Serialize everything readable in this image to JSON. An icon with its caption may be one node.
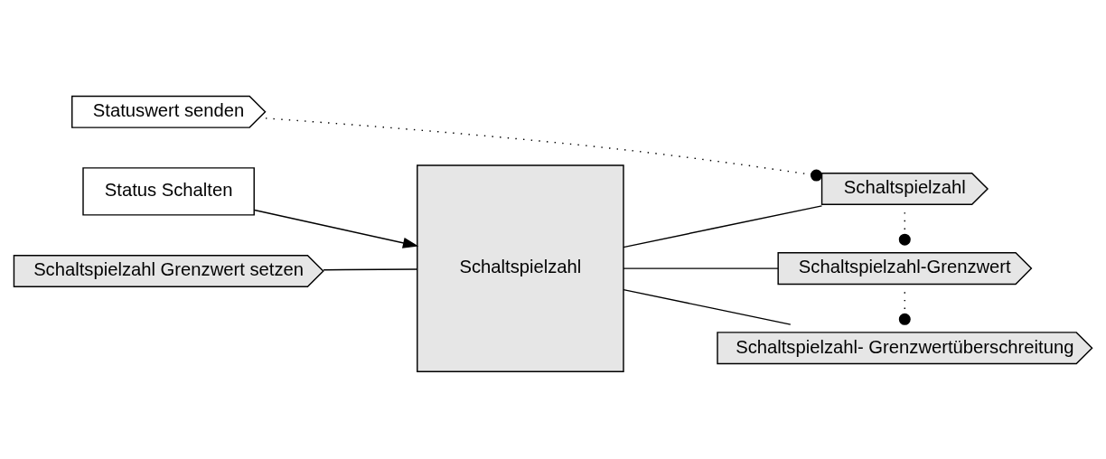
{
  "diagram": {
    "nodes": [
      {
        "text": [
          "Statuswert senden"
        ]
      },
      {
        "text": [
          "Status Schalten"
        ]
      },
      {
        "text": [
          "Schaltspielzahl Grenzwert setzen"
        ]
      },
      {
        "text": [
          "Schaltspielzahl"
        ]
      },
      {
        "text": [
          "Schaltspielzahl"
        ]
      },
      {
        "text": [
          "Schaltspielzahl-Grenzwert"
        ]
      },
      {
        "text": [
          "Schaltspielzahl- Grenzwertüberschreitung"
        ]
      }
    ],
    "edges": [
      {
        "from": 1,
        "to": 3,
        "arrow": "to"
      },
      {
        "from": 2,
        "to": 3,
        "arrow": "none"
      },
      {
        "from": 3,
        "to": 4,
        "arrow": "none"
      },
      {
        "from": 3,
        "to": 5,
        "arrow": "none"
      },
      {
        "from": 3,
        "to": 6,
        "arrow": "none"
      },
      {
        "from": 0,
        "to": 4,
        "arrow": "other",
        "style": "dashed"
      },
      {
        "from": 4,
        "to": 5,
        "arrow": "other",
        "style": "dashed"
      },
      {
        "from": 5,
        "to": 6,
        "arrow": "other",
        "style": "dashed"
      }
    ]
  }
}
